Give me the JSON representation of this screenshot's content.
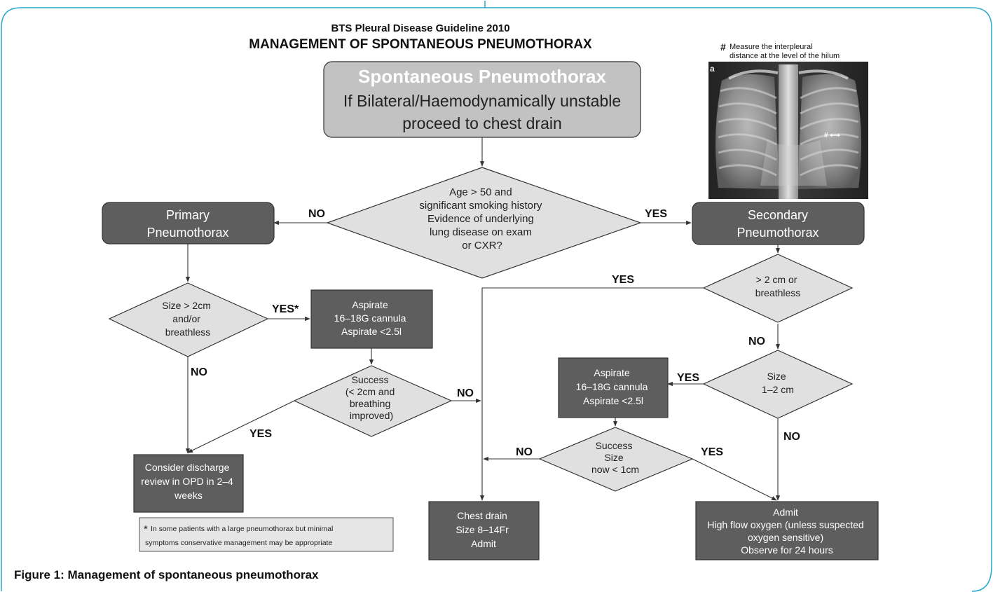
{
  "header": {
    "guideline": "BTS Pleural Disease Guideline 2010",
    "title": "MANAGEMENT OF SPONTANEOUS PNEUMOTHORAX"
  },
  "xray": {
    "note_symbol": "#",
    "note_line1": "Measure the interpleural",
    "note_line2": "distance at the level of the hilum",
    "marker": "# ⟷",
    "corner_mark": "a"
  },
  "start": {
    "heading": "Spontaneous Pneumothorax",
    "line1": "If Bilateral/Haemodynamically unstable",
    "line2": "proceed to chest drain"
  },
  "age_decision": {
    "lines": [
      "Age > 50 and",
      "significant smoking history",
      "Evidence of underlying",
      "lung disease on exam",
      "or CXR?"
    ]
  },
  "primary": {
    "line1": "Primary",
    "line2": "Pneumothorax"
  },
  "secondary": {
    "line1": "Secondary",
    "line2": "Pneumothorax"
  },
  "primary_size": {
    "lines": [
      "Size > 2cm",
      "and/or",
      "breathless"
    ]
  },
  "aspirate_left": {
    "lines": [
      "Aspirate",
      "16–18G cannula",
      "Aspirate <2.5l"
    ]
  },
  "success_left": {
    "lines": [
      "Success",
      "(< 2cm and",
      "breathing",
      "improved)"
    ]
  },
  "discharge": {
    "lines": [
      "Consider discharge",
      "review in OPD in 2–4",
      "weeks"
    ]
  },
  "footnote": {
    "star": "*",
    "line1": "In some patients with a large pneumothorax but minimal",
    "line2": "symptoms conservative management may be appropriate"
  },
  "secondary_size": {
    "lines": [
      "> 2 cm or",
      "breathless"
    ]
  },
  "size_12": {
    "lines": [
      "Size",
      "1–2 cm"
    ]
  },
  "aspirate_right": {
    "lines": [
      "Aspirate",
      "16–18G cannula",
      "Aspirate <2.5l"
    ]
  },
  "success_right": {
    "lines": [
      "Success",
      "Size",
      "now < 1cm"
    ]
  },
  "chest_drain": {
    "lines": [
      "Chest drain",
      "Size 8–14Fr",
      "Admit"
    ]
  },
  "admit": {
    "lines": [
      "Admit",
      "High flow oxygen (unless suspected",
      "oxygen sensitive)",
      "Observe for 24 hours"
    ]
  },
  "labels": {
    "no_primary": "NO",
    "yes_secondary": "YES",
    "yes_star": "YES*",
    "no_size": "NO",
    "yes_success_left": "YES",
    "no_success_left": "NO",
    "yes_secondary_size": "YES",
    "no_secondary_size": "NO",
    "yes_size12": "YES",
    "no_size12": "NO",
    "no_success_right": "NO",
    "yes_success_right": "YES"
  },
  "caption": "Figure 1: Management of spontaneous pneumothorax",
  "colors": {
    "frame": "#29a8cc",
    "dark_box": "#5e5e5e",
    "light_box": "#c2c2c2",
    "diamond": "#e0e0e0",
    "line": "#333333"
  }
}
